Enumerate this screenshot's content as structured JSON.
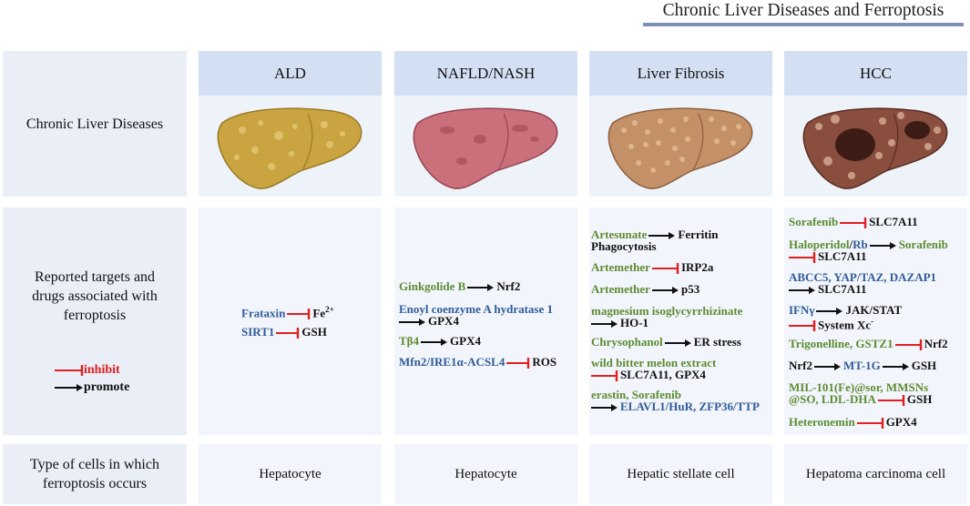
{
  "title": "Chronic Liver Diseases and Ferroptosis",
  "rows": {
    "chronic": "Chronic Liver Diseases",
    "targets": "Reported targets and drugs associated with ferroptosis",
    "cells": "Type of cells in which ferroptosis occurs"
  },
  "legend": {
    "inhibit": "inhibit",
    "promote": "promote"
  },
  "columns": [
    "ALD",
    "NAFLD/NASH",
    "Liver Fibrosis",
    "HCC"
  ],
  "cell_types": [
    "Hepatocyte",
    "Hepatocyte",
    "Hepatic stellate cell",
    "Hepatoma carcinoma cell"
  ],
  "ald": {
    "frataxin": "Frataxin",
    "fe": "Fe",
    "fe_sup": "2+",
    "sirt1": "SIRT1",
    "gsh": "GSH"
  },
  "nafld": {
    "ginkgolide": "Ginkgolide B",
    "nrf2": "Nrf2",
    "enoyl": "Enoyl coenzyme A hydratase 1",
    "gpx4a": "GPX4",
    "tb4": "Tβ4",
    "gpx4b": "GPX4",
    "mfn2": "Mfn2/IRE1α-ACSL4",
    "ros": "ROS"
  },
  "fibrosis": {
    "artesunate": "Artesunate",
    "ferritin": "Ferritin",
    "phago": "Phagocytosis",
    "artemether1": "Artemether",
    "irp2a": "IRP2a",
    "artemether2": "Artemether",
    "p53": "p53",
    "magnesium": "magnesium isoglycyrrhizinate",
    "ho1": "HO-1",
    "chryso": "Chrysophanol",
    "er": "ER stress",
    "melon": "wild bitter melon extract",
    "slc_gpx": "SLC7A11, GPX4",
    "erastin": "erastin, Sorafenib",
    "elavl": "ELAVL1/HuR, ZFP36/TTP"
  },
  "hcc": {
    "sorafenib1": "Sorafenib",
    "slc1": "SLC7A11",
    "haloperidol": "Haloperidol",
    "slash": "/",
    "rb": "Rb",
    "sorafenib2": "Sorafenib",
    "slc2": "SLC7A11",
    "abcc5": "ABCC5, YAP/TAZ, DAZAP1",
    "slc3": "SLC7A11",
    "ifn": "IFNγ",
    "jak": "JAK/STAT",
    "sysxc": "System Xc",
    "sysxc_sup": "-",
    "trigonelline": "Trigonelline, GSTZ1",
    "nrf2": "Nrf2",
    "nrf2b": "Nrf2",
    "mt1g": "MT-1G",
    "gsh": "GSH",
    "mil1": "MIL-101(Fe)@sor, MMSNs",
    "mil2": "@SO, LDL-DHA",
    "gsh2": "GSH",
    "heteronemin": "Heteronemin",
    "gpx4": "GPX4"
  },
  "colors": {
    "drug_green": "#5d8c33",
    "target_blue": "#2f5c9a",
    "inhibit_red": "#e02020",
    "header_blue": "#d3dff2",
    "title_bar": "#7f90b8"
  },
  "icons": [
    "inhibit-arrow-icon",
    "promote-arrow-icon",
    "liver-illustration-icon"
  ]
}
